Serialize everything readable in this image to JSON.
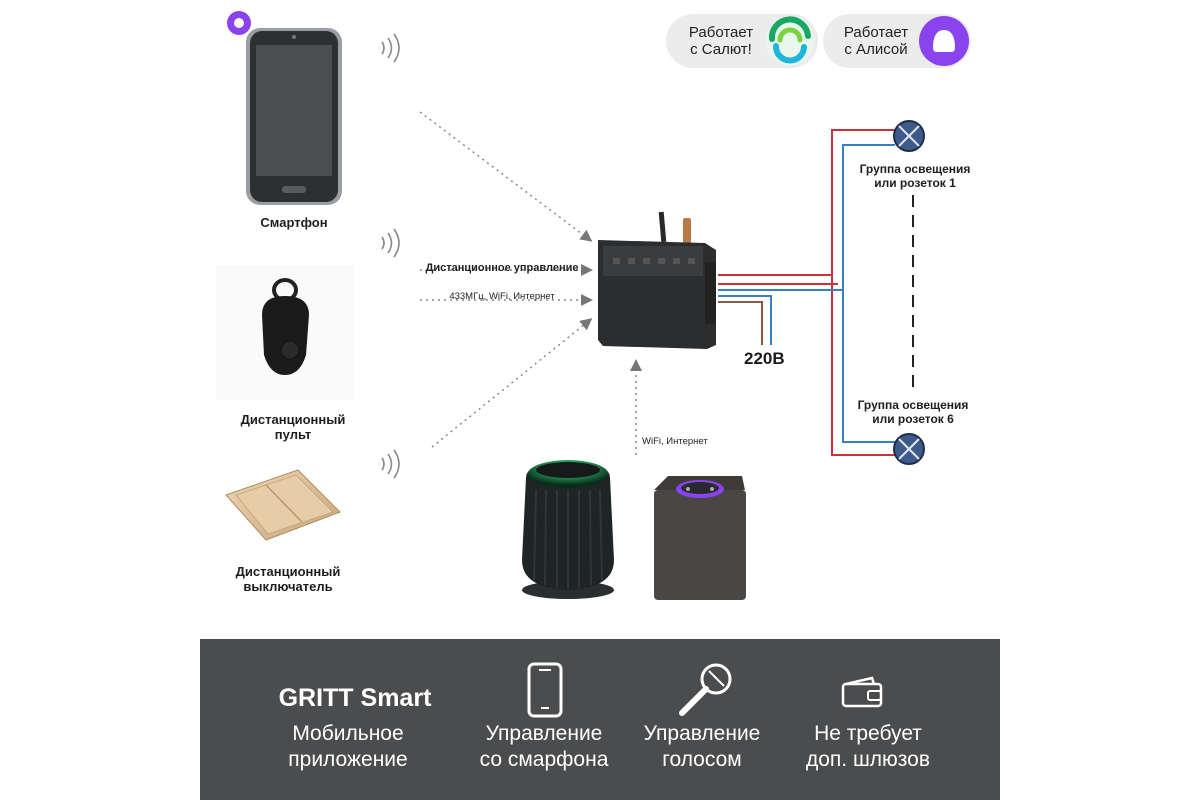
{
  "badges": {
    "salut_line1": "Работает",
    "salut_line2": "с Салют!",
    "alice_line1": "Работает",
    "alice_line2": "с Алисой"
  },
  "devices": {
    "smartphone": "Смартфон",
    "remote_line1": "Дистанционный",
    "remote_line2": "пульт",
    "switch_line1": "Дистанционный",
    "switch_line2": "выключатель"
  },
  "links": {
    "remote_control": "Дистанционное управление",
    "protocols": "433МГц, WiFi, Интернет",
    "wifi_internet": "WiFi, Интернет",
    "voltage": "220В"
  },
  "groups": {
    "group1_line1": "Группа освещения",
    "group1_line2": "или розеток 1",
    "group6_line1": "Группа освещения",
    "group6_line2": "или розеток 6"
  },
  "footer": {
    "brand": "GRITT Smart",
    "app_line1": "Мобильное",
    "app_line2": "приложение",
    "phone_line1": "Управление",
    "phone_line2": "со смарфона",
    "voice_line1": "Управление",
    "voice_line2": "голосом",
    "gateway_line1": "Не требует",
    "gateway_line2": "доп. шлюзов"
  },
  "icons": [
    "alice-icon",
    "salut-icon",
    "smartphone-icon",
    "microphone-icon",
    "wallet-icon",
    "wifi-signal-icon",
    "lamp-icon"
  ],
  "colors": {
    "footer_bg": "#4a4c4e",
    "live_wire": "#c8323c",
    "neutral_wire": "#3a7fc1",
    "brown_wire": "#8a5a3a",
    "alice_purple": "#8a44ee",
    "lamp_fill": "#3d5a8a"
  }
}
